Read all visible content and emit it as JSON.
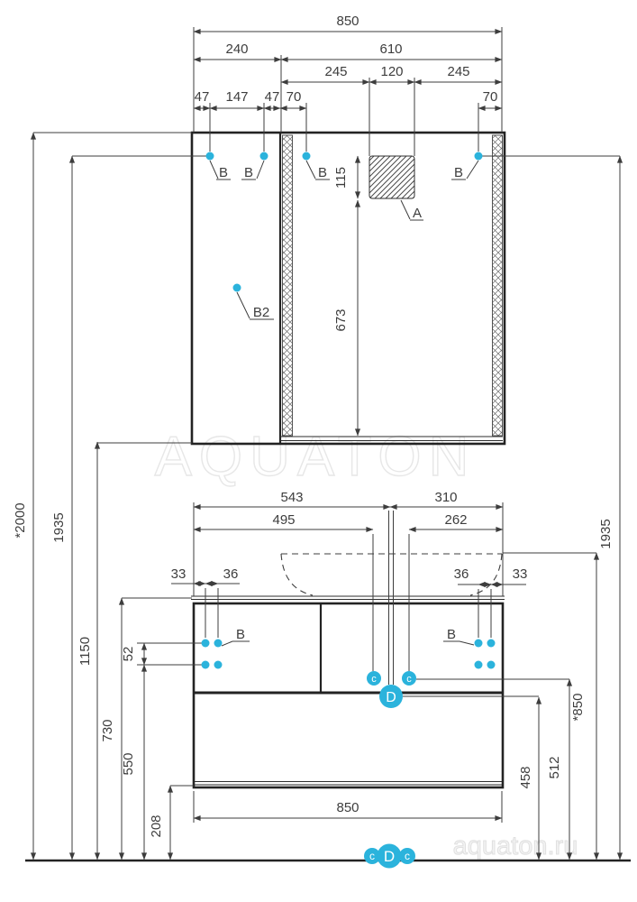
{
  "watermarks": {
    "brand": "AQUATON",
    "site": "aquaton.ru"
  },
  "colors": {
    "accent": "#2bb3dc",
    "line": "#3d3d3d"
  },
  "labels": {
    "a": "A",
    "b": "B",
    "b2": "B2",
    "c": "c",
    "d": "D"
  },
  "mirror_cabinet": {
    "total_width": "850",
    "door_width": "240",
    "open_section_width": "610",
    "shelf_left": "245",
    "cutout_width": "120",
    "shelf_right": "245",
    "hinge_edge_offset": "47",
    "hinge_spacing": "147",
    "hinge_inner_offset": "47",
    "bracket_left": "70",
    "bracket_right": "70",
    "cutout_height": "115",
    "open_height": "673"
  },
  "vanity": {
    "drain_from_left": "543",
    "drain_from_right": "310",
    "outlet_from_left": "495",
    "outlet_from_right": "262",
    "hinge_inset_left": "33",
    "hinge_span_left": "36",
    "hinge_span_right": "36",
    "hinge_inset_right": "33",
    "hinge_gap": "52",
    "width": "850"
  },
  "heights": {
    "overall": "*2000",
    "mirror_hinge_left": "1935",
    "mirror_hinge_right": "1935",
    "mirror_bottom": "1150",
    "countertop": "730",
    "vanity_hinge_bottom": "550",
    "underclearance": "208",
    "basin_rim": "*850",
    "outlet": "512",
    "drain": "458"
  }
}
